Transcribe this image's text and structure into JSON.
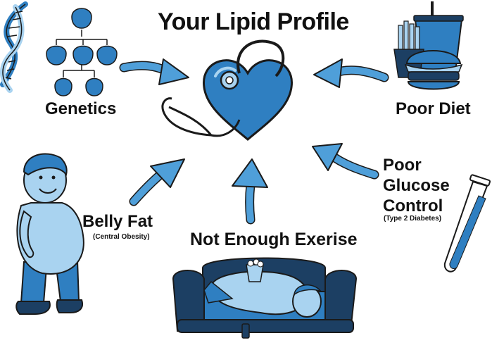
{
  "title": "Your Lipid Profile",
  "factors": {
    "genetics": "Genetics",
    "poor_diet": "Poor Diet",
    "poor_glucose_line1": "Poor",
    "poor_glucose_line2": "Glucose",
    "poor_glucose_line3": "Control",
    "poor_glucose_note": "(Type 2 Diabetes)",
    "belly_fat": "Belly Fat",
    "belly_fat_note": "(Central Obesity)",
    "exercise": "Not Enough Exerise"
  },
  "icons": {
    "center": "heart-stethoscope-icon",
    "genetics": [
      "dna-helix-icon",
      "family-tree-icon"
    ],
    "poor_diet": "burger-fries-soda-icon",
    "poor_glucose": "test-tube-icon",
    "belly_fat": "overweight-man-icon",
    "exercise": "man-on-couch-icon"
  },
  "colors": {
    "primary_blue": "#2f7fc1",
    "light_blue": "#a9d3f0",
    "dark_navy": "#1c3f63",
    "outline": "#1a1a1a"
  }
}
